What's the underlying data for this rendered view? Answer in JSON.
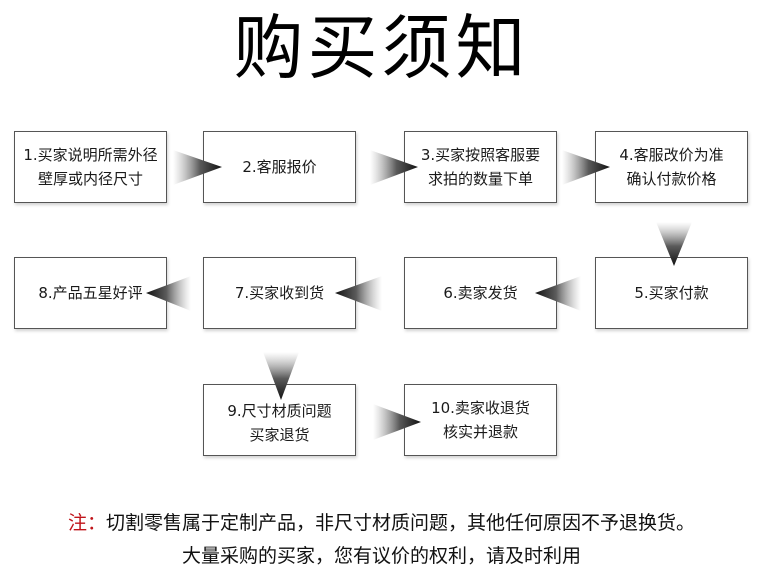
{
  "title": "购买须知",
  "steps": [
    {
      "line1": "1.买家说明所需外径",
      "line2": "壁厚或内径尺寸"
    },
    {
      "line1": "2.客服报价",
      "line2": ""
    },
    {
      "line1": "3.买家按照客服要",
      "line2": "求拍的数量下单"
    },
    {
      "line1": "4.客服改价为准",
      "line2": "确认付款价格"
    },
    {
      "line1": "5.买家付款",
      "line2": ""
    },
    {
      "line1": "6.卖家发货",
      "line2": ""
    },
    {
      "line1": "7.买家收到货",
      "line2": ""
    },
    {
      "line1": "8.产品五星好评",
      "line2": ""
    },
    {
      "line1": "9.尺寸材质问题",
      "line2": "买家退货"
    },
    {
      "line1": "10.卖家收退货",
      "line2": "核实并退款"
    }
  ],
  "notes": {
    "prefix": "注：",
    "line1": "切割零售属于定制产品，非尺寸材质问题，其他任何原因不予退换货。",
    "line2": "大量采购的买家，您有议价的权利，请及时利用"
  },
  "colors": {
    "note_prefix": "#c0141a",
    "arrow": "#1e1e1e",
    "border": "#555555"
  }
}
